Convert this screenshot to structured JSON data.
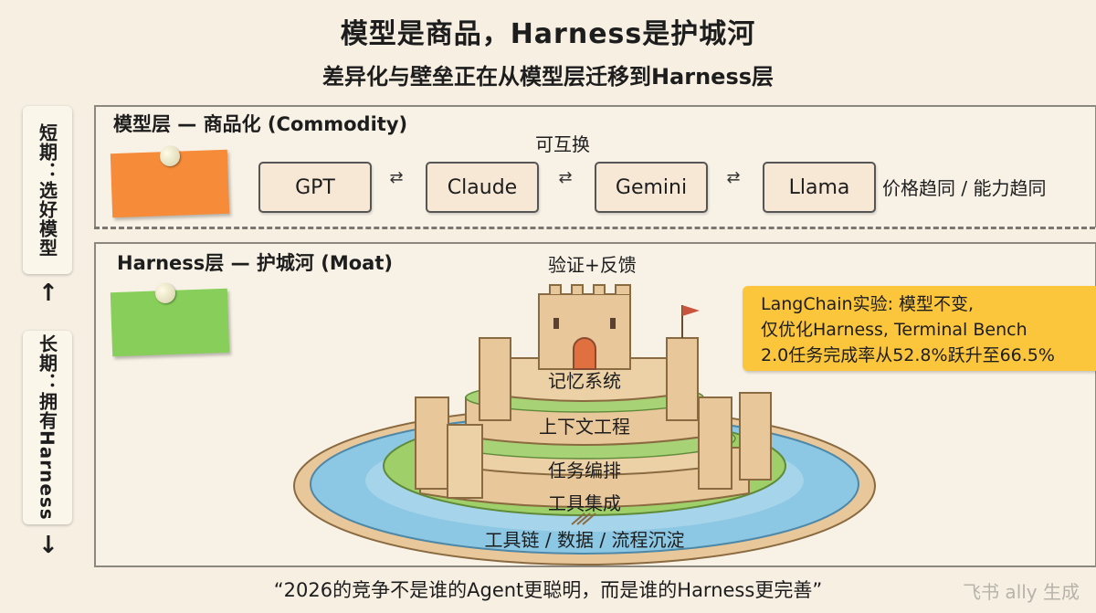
{
  "header": {
    "title": "模型是商品，Harness是护城河",
    "subtitle": "差异化与壁垒正在从模型层迁移到Harness层"
  },
  "timeline": {
    "short_term": "短期：选好模型",
    "long_term": "长期：拥有Harness",
    "up_arrow": "↑",
    "down_arrow": "↓"
  },
  "model_layer": {
    "title": "模型层 — 商品化 (Commodity)",
    "interchange_label": "可互换",
    "models": [
      "GPT",
      "Claude",
      "Gemini",
      "Llama"
    ],
    "swap_symbol": "⇄",
    "trend_label": "价格趋同 / 能力趋同"
  },
  "harness_layer": {
    "title": "Harness层 — 护城河 (Moat)",
    "top_label": "验证+反馈",
    "castle_layers": [
      "记忆系统",
      "上下文工程",
      "任务编排",
      "工具集成",
      "工具链 / 数据 / 流程沉淀"
    ],
    "callout": [
      "LangChain实验: 模型不变,",
      "仅优化Harness, Terminal Bench",
      "2.0任务完成率从52.8%跃升至66.5%"
    ]
  },
  "footer": {
    "quote": "“2026的竞争不是谁的Agent更聪明，而是谁的Harness更完善”",
    "watermark": "飞书 ally 生成"
  },
  "colors": {
    "note_orange": "#f68b3a",
    "note_green": "#87cf5a",
    "callout_yellow": "#fcc63c",
    "moat_blue": "#8cc7e3",
    "grass_green": "#9fcf68",
    "stone": "#e8c79a",
    "flag_red": "#c8543d"
  }
}
